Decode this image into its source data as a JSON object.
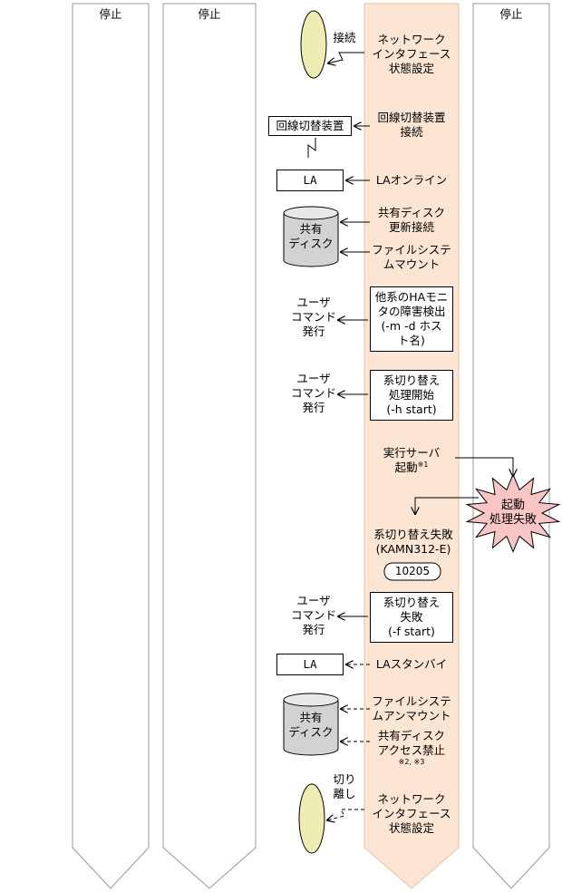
{
  "columns": [
    {
      "label": "停止"
    },
    {
      "label": "停止"
    },
    {
      "label": ""
    },
    {
      "label": ""
    },
    {
      "label": "停止"
    }
  ],
  "flow": {
    "connect_label": "接続",
    "nic_set_1": [
      "ネットワーク",
      "インタフェース",
      "状態設定"
    ],
    "line_switch_device": "回線切替装置",
    "line_switch_connect": [
      "回線切替装置",
      "接続"
    ],
    "la_1": "LA",
    "la_online": "LAオンライン",
    "shared_disk_1": [
      "共有",
      "ディスク"
    ],
    "disk_update_connect": [
      "共有ディスク",
      "更新接続"
    ],
    "fs_mount": [
      "ファイルシステ",
      "ムマウント"
    ],
    "user_command_1": [
      "ユーザ",
      "コマンド",
      "発行"
    ],
    "ha_fault_detect": [
      "他系のHAモニ",
      "タの障害検出",
      "(-m -d ホス",
      "ト名)"
    ],
    "user_command_2": [
      "ユーザ",
      "コマンド",
      "発行"
    ],
    "switch_start": [
      "系切り替え",
      "処理開始",
      "(-h start)"
    ],
    "server_start": [
      "実行サーバ",
      "起動"
    ],
    "server_start_note": "※1",
    "start_fail": [
      "起動",
      "処理失敗"
    ],
    "switch_fail_msg": [
      "系切り替え失敗",
      "(KAMN312-E)"
    ],
    "error_code": "10205",
    "user_command_3": [
      "ユーザ",
      "コマンド",
      "発行"
    ],
    "switch_fail": [
      "系切り替え",
      "失敗",
      "(-f start)"
    ],
    "la_2": "LA",
    "la_standby": "LAスタンバイ",
    "shared_disk_2": [
      "共有",
      "ディスク"
    ],
    "fs_unmount": [
      "ファイルシステ",
      "ムアンマウント"
    ],
    "disk_access_ban": [
      "共有ディスク",
      "アクセス禁止"
    ],
    "disk_access_note": "※2, ※3",
    "detach_label": [
      "切り",
      "離し"
    ],
    "nic_set_2": [
      "ネットワーク",
      "インタフェース",
      "状態設定"
    ]
  }
}
